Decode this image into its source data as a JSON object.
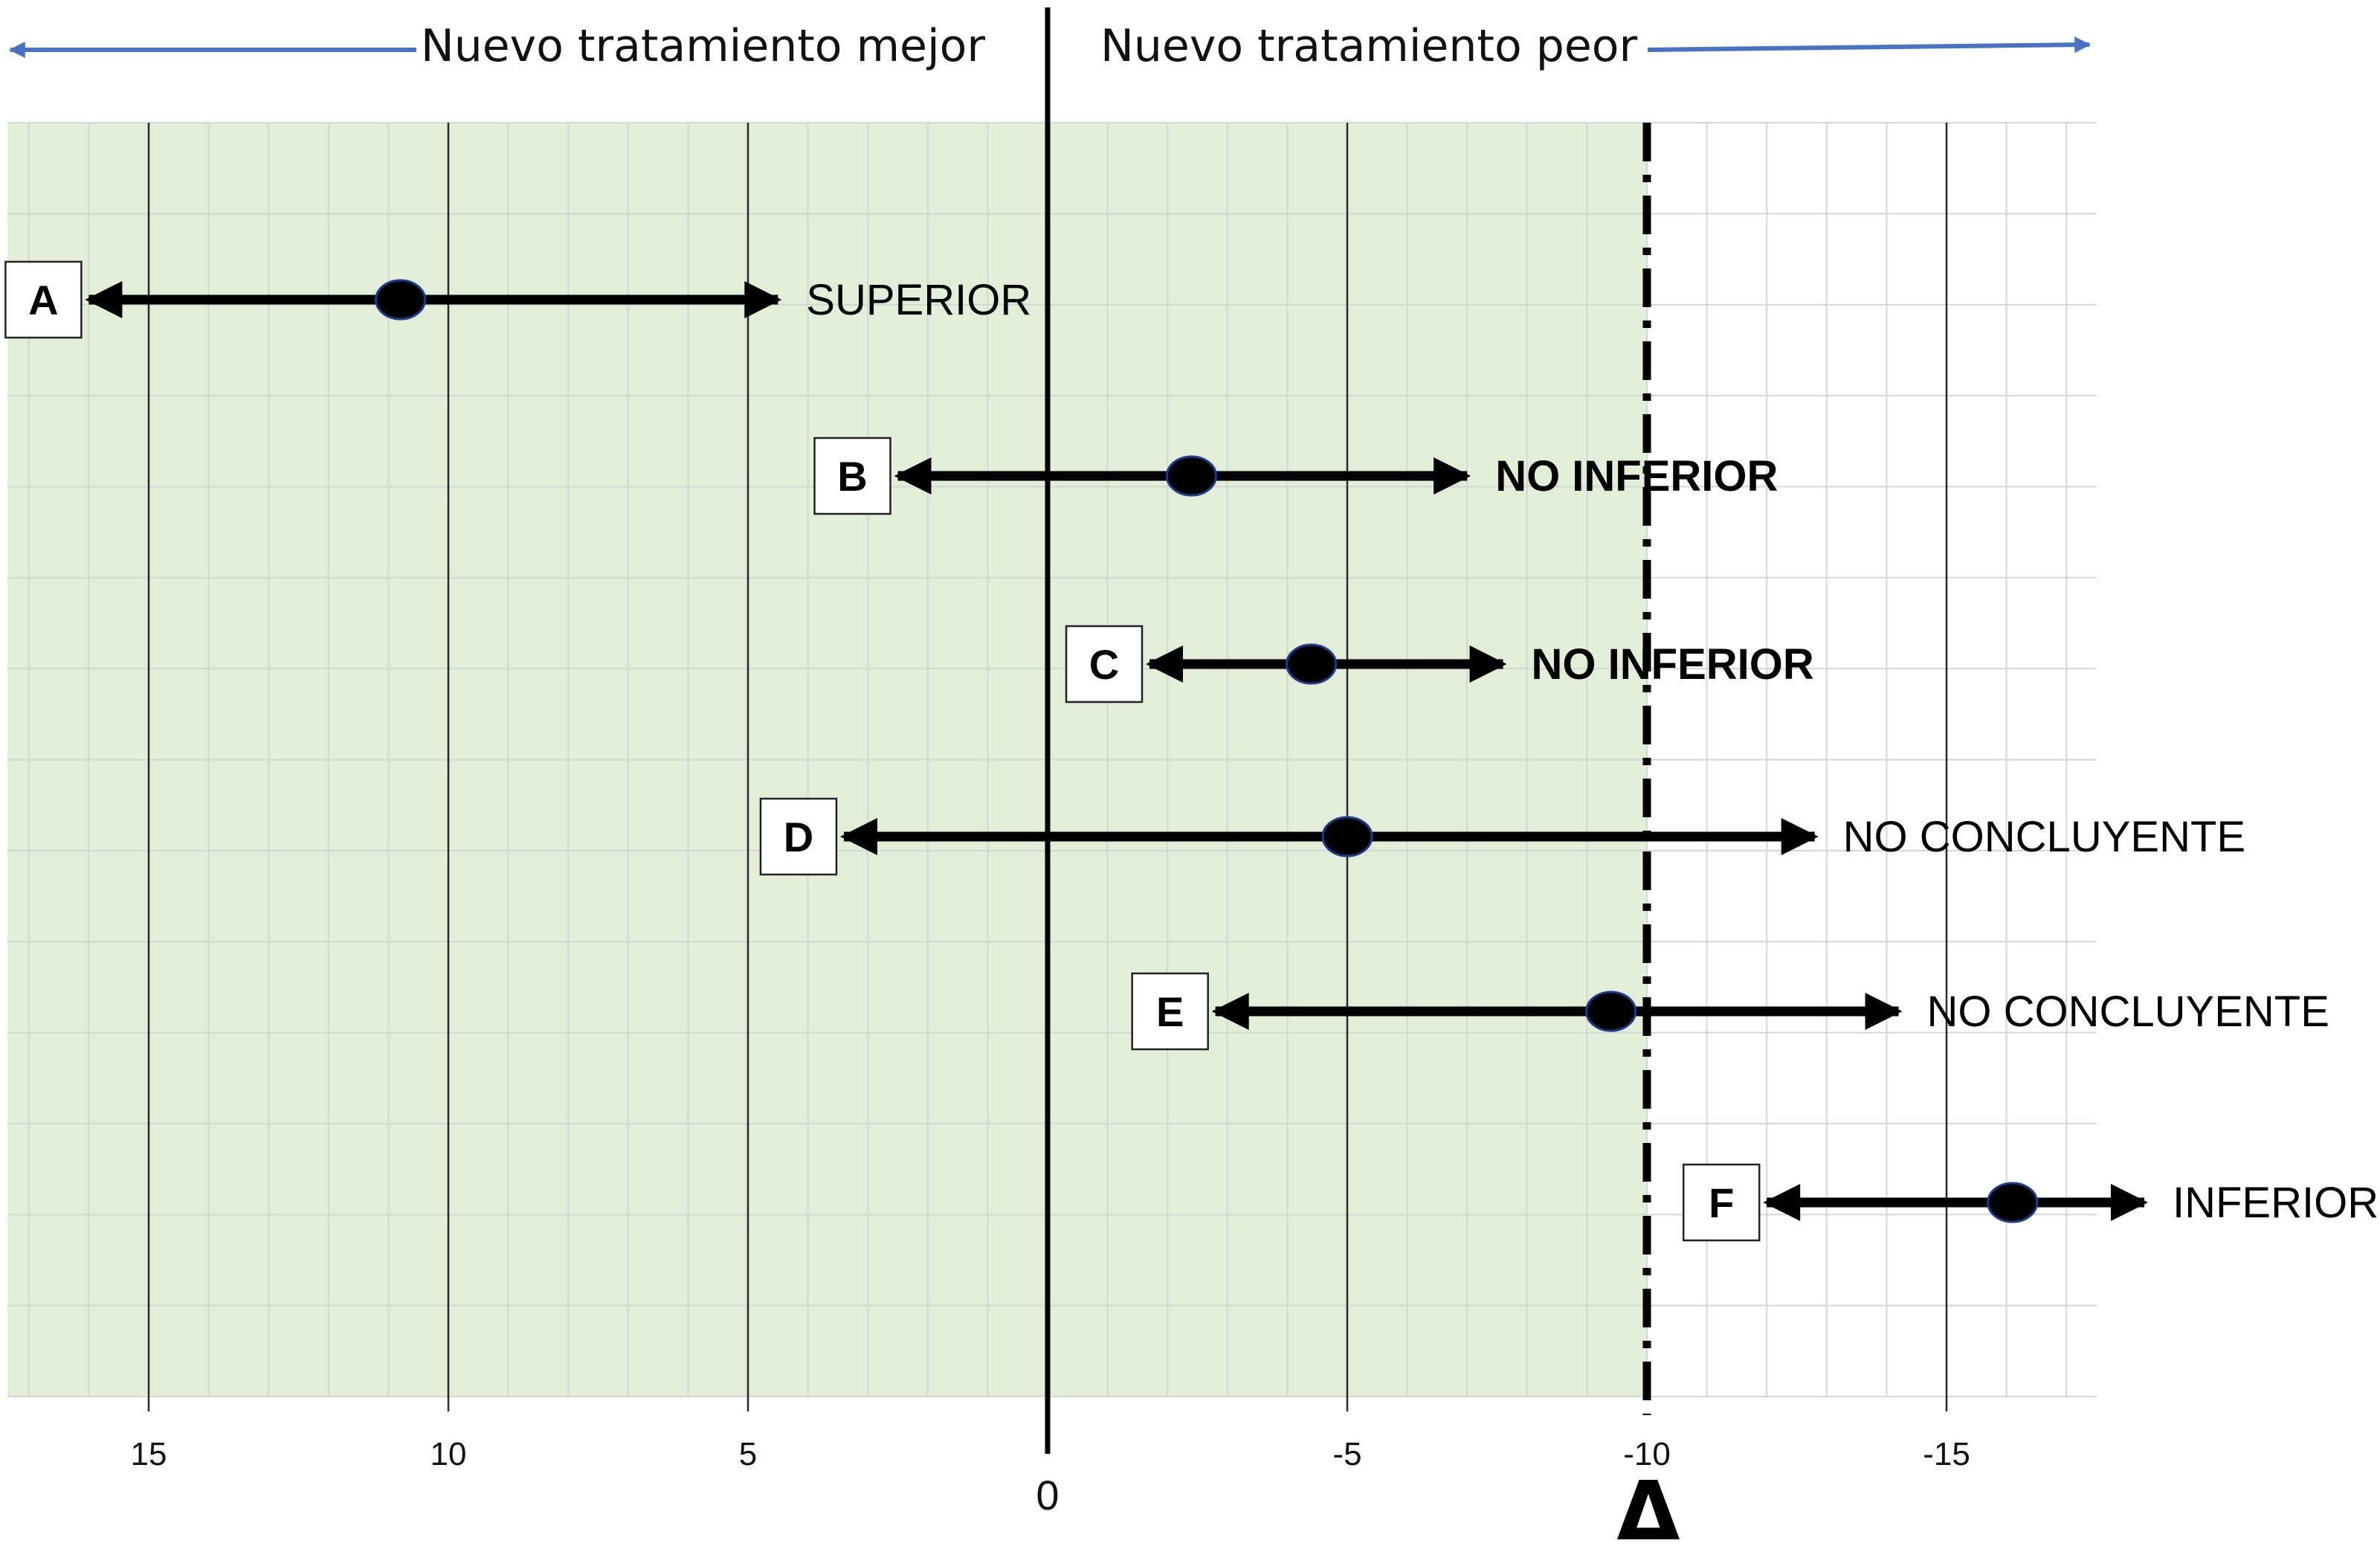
{
  "chart_data": {
    "type": "forest",
    "header_left": "Nuevo tratamiento mejor",
    "header_right": "Nuevo tratamiento peor",
    "xlim": [
      17.5,
      -17.5
    ],
    "x_ticks": [
      {
        "value": 15,
        "label": "15"
      },
      {
        "value": 10,
        "label": "10"
      },
      {
        "value": 5,
        "label": "5"
      },
      {
        "value": 0,
        "label": "0"
      },
      {
        "value": -5,
        "label": "-5"
      },
      {
        "value": -10,
        "label": "-10"
      },
      {
        "value": -15,
        "label": "-15"
      }
    ],
    "margin": {
      "value": -10,
      "label": "Δ"
    },
    "favorable_region": [
      17.5,
      -10
    ],
    "colors": {
      "favorable_region": "#e3edd7",
      "header_arrow": "#4a72c4",
      "grid_minor": "#d2d8d2",
      "grid_major": "#2a2a2a",
      "ci": "#000000",
      "point_stroke": "#1e3a8a"
    },
    "rows": [
      {
        "label": "A",
        "ci_low": 16,
        "ci_high": 4.5,
        "point": 10.8,
        "result": "SUPERIOR",
        "result_bold": false
      },
      {
        "label": "B",
        "ci_low": 2.5,
        "ci_high": -7,
        "point": -2.4,
        "result": "NO INFERIOR",
        "result_bold": true
      },
      {
        "label": "C",
        "ci_low": -1.7,
        "ci_high": -7.6,
        "point": -4.4,
        "result": "NO INFERIOR",
        "result_bold": true
      },
      {
        "label": "D",
        "ci_low": 3.4,
        "ci_high": -12.8,
        "point": -5,
        "result": "NO CONCLUYENTE",
        "result_bold": false
      },
      {
        "label": "E",
        "ci_low": -2.8,
        "ci_high": -14.2,
        "point": -9.4,
        "result": "NO CONCLUYENTE",
        "result_bold": false
      },
      {
        "label": "F",
        "ci_low": -12,
        "ci_high": -18.3,
        "point": -16.1,
        "result": "INFERIOR",
        "result_bold": false
      }
    ]
  }
}
